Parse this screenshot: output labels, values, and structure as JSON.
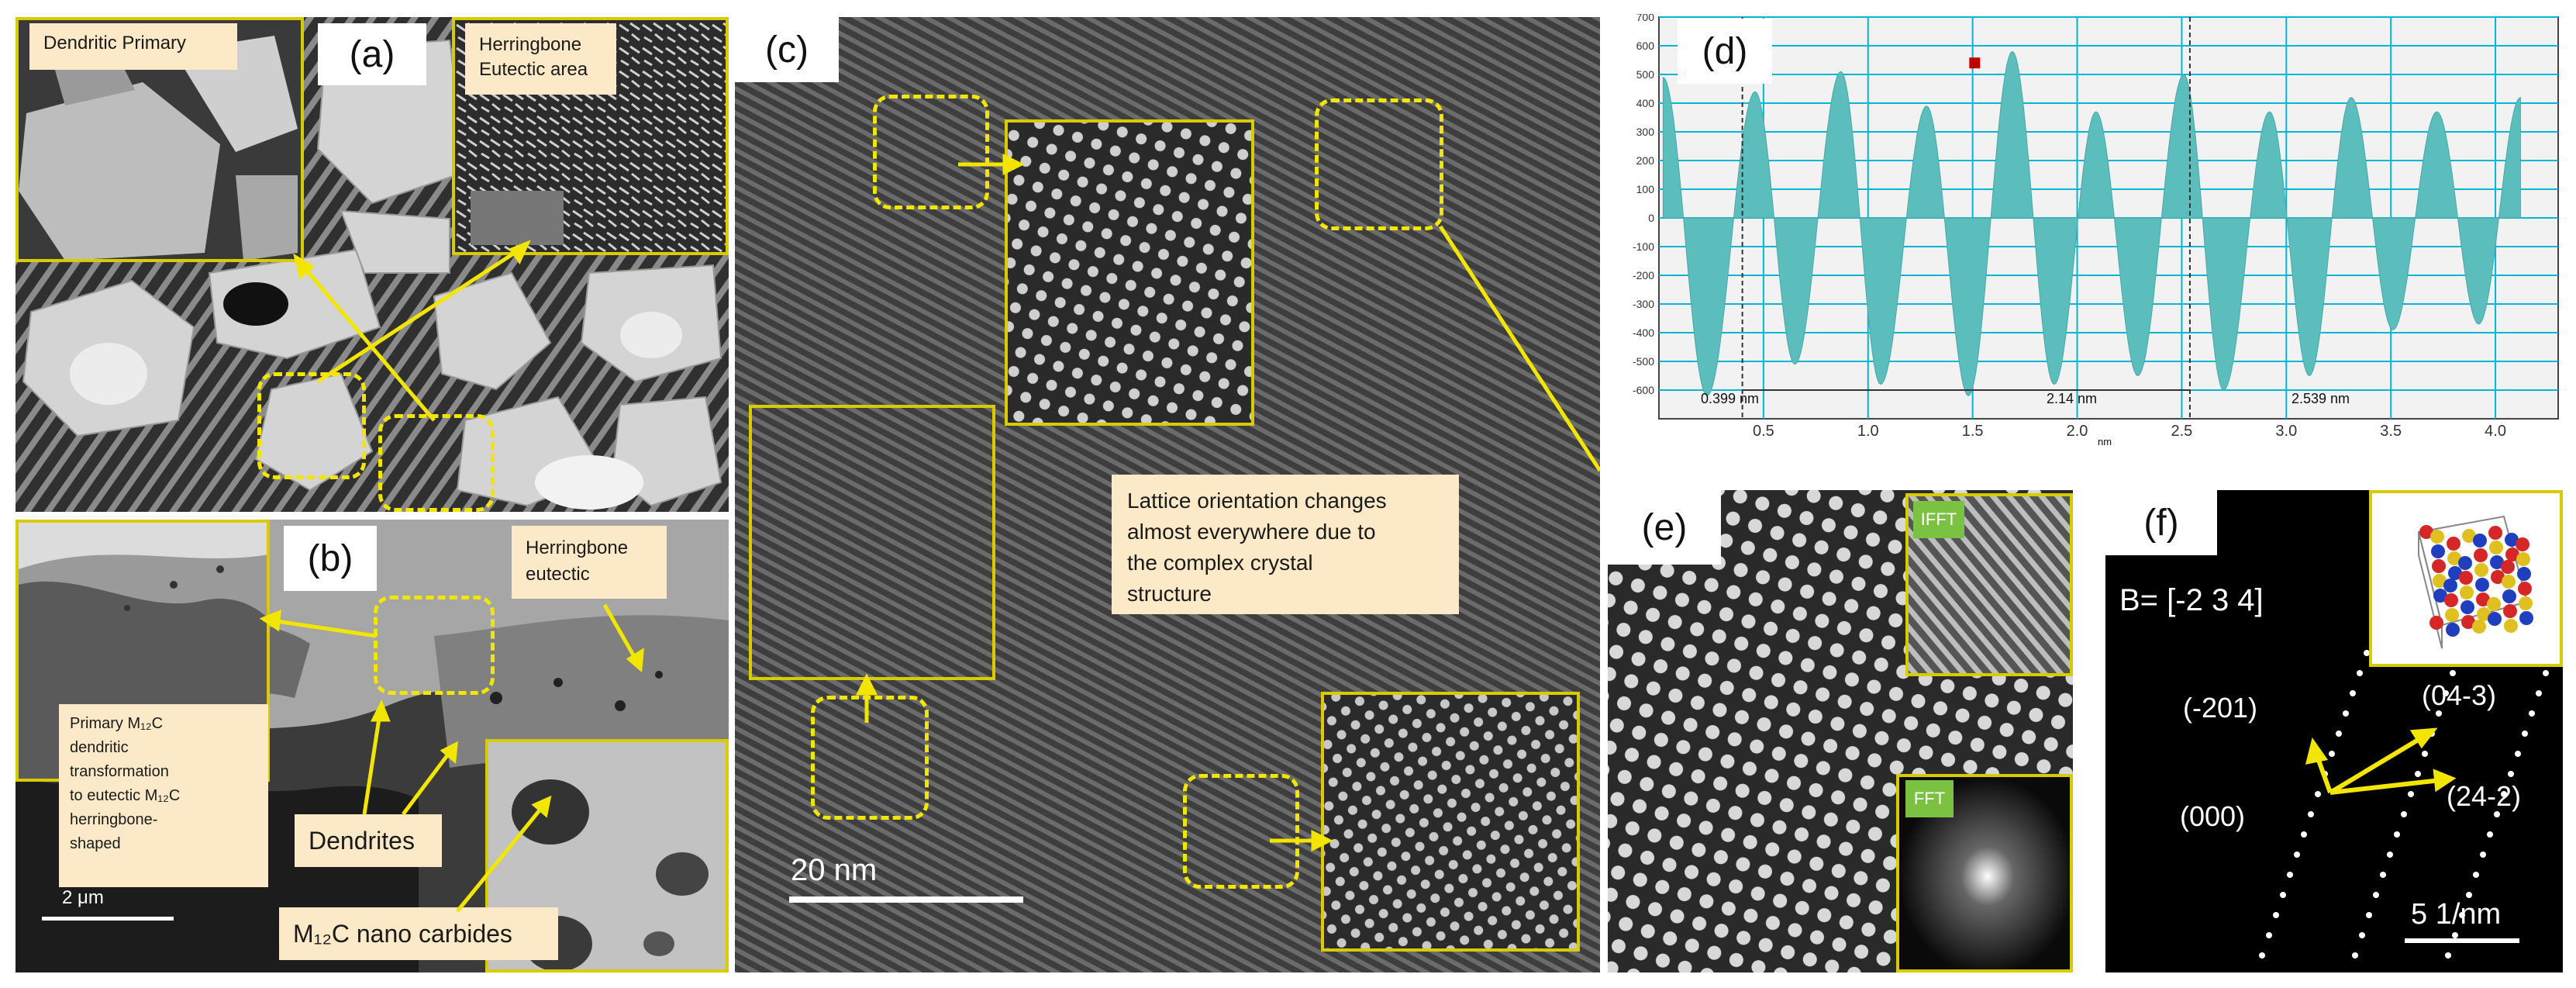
{
  "panels": {
    "a": {
      "label": "(a)",
      "note_primary": "Dendritic Primary",
      "note_eutectic_1": "Herringbone",
      "note_eutectic_2": "Eutectic area"
    },
    "b": {
      "label": "(b)",
      "note_herring_1": "Herringbone",
      "note_herring_2": "eutectic",
      "note_primary_lines": [
        "Primary M₁₂C",
        "dendritic",
        "transformation",
        "to eutectic M₁₂C",
        "herringbone-",
        "shaped"
      ],
      "note_dendrites": "Dendrites",
      "note_carbides": "M₁₂C nano carbides",
      "scale": "2 μm"
    },
    "c": {
      "label": "(c)",
      "note_lines": [
        "Lattice orientation changes",
        "almost everywhere due to",
        "the complex crystal",
        "structure"
      ],
      "scale": "20 nm"
    },
    "d": {
      "label": "(d)",
      "annotation_left": "0.399 nm",
      "annotation_mid": "2.14 nm",
      "annotation_right": "2.539 nm",
      "xlabel": "nm"
    },
    "e": {
      "label": "(e)",
      "ifft": "IFFT",
      "fft": "FFT"
    },
    "f": {
      "label": "(f)",
      "zone_axis": "B= [-2 3 4]",
      "spot_origin": "(000)",
      "spot_1": "(-201)",
      "spot_2": "(04-3)",
      "spot_3": "(24-2)",
      "scale": "5 1/nm"
    }
  },
  "chart_data": {
    "type": "area",
    "title": "",
    "xlabel": "nm",
    "ylabel": "",
    "xlim": [
      0,
      4.3
    ],
    "ylim": [
      -700,
      700
    ],
    "xticks": [
      0.5,
      1.0,
      1.5,
      2.0,
      2.5,
      3.0,
      3.5,
      4.0
    ],
    "yticks": [
      -600,
      -500,
      -400,
      -300,
      -200,
      -100,
      0,
      100,
      200,
      300,
      400,
      500,
      600,
      700
    ],
    "grid": true,
    "series": [
      {
        "color": "#5cbdbd",
        "peaks": [
          {
            "x": 0.02,
            "y": 490
          },
          {
            "x": 0.46,
            "y": 440
          },
          {
            "x": 0.87,
            "y": 510
          },
          {
            "x": 1.28,
            "y": 390
          },
          {
            "x": 1.69,
            "y": 580
          },
          {
            "x": 2.09,
            "y": 370
          },
          {
            "x": 2.51,
            "y": 500
          },
          {
            "x": 2.92,
            "y": 370
          },
          {
            "x": 3.31,
            "y": 420
          },
          {
            "x": 3.72,
            "y": 370
          },
          {
            "x": 4.12,
            "y": 420
          }
        ],
        "troughs": [
          {
            "x": 0.23,
            "y": -620
          },
          {
            "x": 0.65,
            "y": -510
          },
          {
            "x": 1.06,
            "y": -580
          },
          {
            "x": 1.48,
            "y": -620
          },
          {
            "x": 1.89,
            "y": -580
          },
          {
            "x": 2.29,
            "y": -550
          },
          {
            "x": 2.7,
            "y": -600
          },
          {
            "x": 3.11,
            "y": -550
          },
          {
            "x": 3.51,
            "y": -390
          },
          {
            "x": 3.92,
            "y": -370
          }
        ]
      }
    ],
    "markers": [
      {
        "x": 1.51,
        "y": 540,
        "color": "#c00000"
      }
    ],
    "vlines": [
      0.399,
      2.539
    ]
  },
  "colors": {
    "dash_yellow": "#f2e600",
    "note_bg": "#fbe9c7",
    "arrow_yellow": "#f2e600",
    "fill_teal": "#5cbdbd",
    "grid_cyan": "#00b7d6"
  }
}
